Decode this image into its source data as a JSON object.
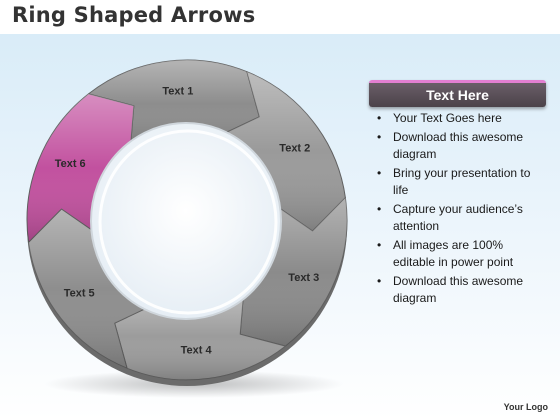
{
  "title": "Ring Shaped Arrows",
  "segments": [
    {
      "label": "Text 1",
      "color": "#8d8d8d"
    },
    {
      "label": "Text 2",
      "color": "#9a9a9a"
    },
    {
      "label": "Text 3",
      "color": "#8b8b8b"
    },
    {
      "label": "Text 4",
      "color": "#9c9c9c"
    },
    {
      "label": "Text 5",
      "color": "#8e8e8e"
    },
    {
      "label": "Text 6",
      "color": "#c2519f"
    }
  ],
  "panel": {
    "header": "Text Here",
    "accent_color": "#e27fd1",
    "bullets": [
      "Your Text Goes here",
      "Download this awesome diagram",
      "Bring your presentation to life",
      "Capture your audience’s attention",
      "All images are 100% editable in power point",
      "Download this awesome diagram"
    ]
  },
  "logo": "Your Logo"
}
